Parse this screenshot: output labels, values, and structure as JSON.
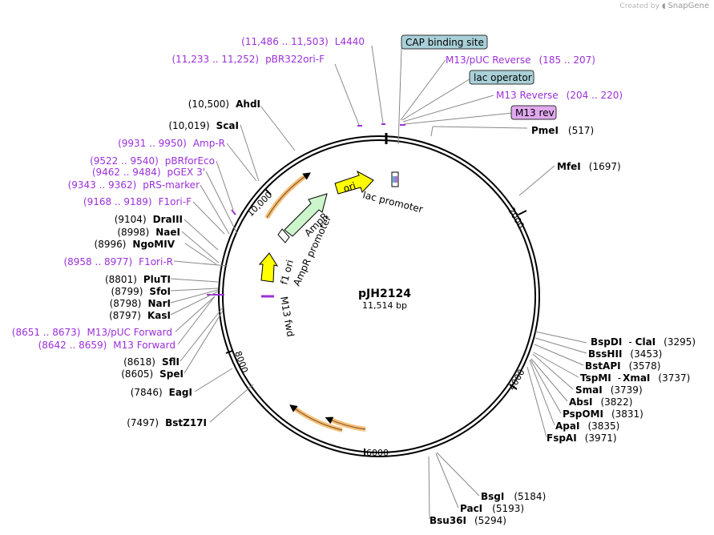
{
  "credit": {
    "prefix": "Created by",
    "brand": "SnapGene"
  },
  "plasmid": {
    "name": "pJH2124",
    "size": "11,514 bp"
  },
  "ticks": [
    "2000",
    "4000",
    "6000",
    "8000",
    "10,000"
  ],
  "enzymes_right": [
    {
      "name": "PmeI",
      "pos": "(517)"
    },
    {
      "name": "MfeI",
      "pos": "(1697)"
    },
    {
      "name": "BspDI",
      "sep": "-",
      "name2": "ClaI",
      "pos": "(3295)"
    },
    {
      "name": "BssHII",
      "pos": "(3453)"
    },
    {
      "name": "BstAPI",
      "pos": "(3578)"
    },
    {
      "name": "TspMI",
      "sep": "-",
      "name2": "XmaI",
      "pos": "(3737)"
    },
    {
      "name": "SmaI",
      "pos": "(3739)"
    },
    {
      "name": "AbsI",
      "pos": "(3822)"
    },
    {
      "name": "PspOMI",
      "pos": "(3831)"
    },
    {
      "name": "ApaI",
      "pos": "(3835)"
    },
    {
      "name": "FspAI",
      "pos": "(3971)"
    },
    {
      "name": "BsgI",
      "pos": "(5184)"
    },
    {
      "name": "PacI",
      "pos": "(5193)"
    },
    {
      "name": "Bsu36I",
      "pos": "(5294)"
    }
  ],
  "enzymes_left": [
    {
      "name": "AhdI",
      "pos": "(10,500)"
    },
    {
      "name": "ScaI",
      "pos": "(10,019)"
    },
    {
      "name": "DraIII",
      "pos": "(9104)"
    },
    {
      "name": "NaeI",
      "pos": "(8998)"
    },
    {
      "name": "NgoMIV",
      "pos": "(8996)"
    },
    {
      "name": "PluTI",
      "pos": "(8801)"
    },
    {
      "name": "SfoI",
      "pos": "(8799)"
    },
    {
      "name": "NarI",
      "pos": "(8798)"
    },
    {
      "name": "KasI",
      "pos": "(8797)"
    },
    {
      "name": "SflI",
      "pos": "(8618)"
    },
    {
      "name": "SpeI",
      "pos": "(8605)"
    },
    {
      "name": "EagI",
      "pos": "(7846)"
    },
    {
      "name": "BstZ17I",
      "pos": "(7497)"
    }
  ],
  "primers_left": [
    {
      "range": "(11,486 .. 11,503)",
      "name": "L4440"
    },
    {
      "range": "(11,233 .. 11,252)",
      "name": "pBR322ori-F"
    },
    {
      "range": "(9931 .. 9950)",
      "name": "Amp-R"
    },
    {
      "range": "(9522 .. 9540)",
      "name": "pBRforEco"
    },
    {
      "range": "(9462 .. 9484)",
      "name": "pGEX 3'"
    },
    {
      "range": "(9343 .. 9362)",
      "name": "pRS-marker"
    },
    {
      "range": "(9168 .. 9189)",
      "name": "F1ori-F"
    },
    {
      "range": "(8958 .. 8977)",
      "name": "F1ori-R"
    },
    {
      "range": "(8651 .. 8673)",
      "name": "M13/pUC Forward"
    },
    {
      "range": "(8642 .. 8659)",
      "name": "M13 Forward"
    }
  ],
  "primers_right": [
    {
      "name": "M13/pUC Reverse",
      "range": "(185 .. 207)"
    },
    {
      "name": "M13 Reverse",
      "range": "(204 .. 220)"
    }
  ],
  "boxed": [
    {
      "name": "CAP binding site",
      "color": "#a9d0d8"
    },
    {
      "name": "lac operator",
      "color": "#a9d0d8"
    },
    {
      "name": "M13 rev",
      "color": "#e0a8ee"
    }
  ],
  "features": {
    "ori": "ori",
    "lac_promoter": "lac promoter",
    "ampr": "AmpR",
    "ampr_promoter": "AmpR promoter",
    "f1_ori": "f1 ori",
    "m13_fwd": "M13 fwd"
  },
  "colors": {
    "primer": "#9b30d9",
    "ori": "#ffff00",
    "ampr": "#ccf5cc",
    "orf": "#f5c07a",
    "box_blue": "#a9d0d8",
    "box_purple": "#e0a8ee"
  }
}
